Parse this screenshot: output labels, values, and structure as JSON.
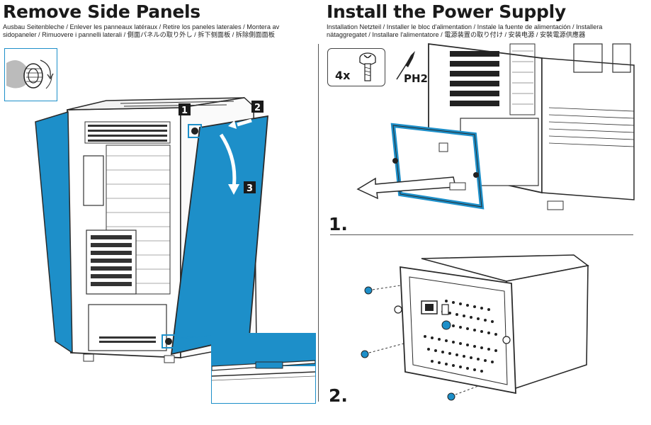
{
  "left": {
    "title": "Remove Side Panels",
    "subtitle_line1": "Ausbau Seitenbleche / Enlever les panneaux latéraux / Retire los paneles laterales / Montera av",
    "subtitle_line2": "sidopaneler / Rimuovere i pannelli laterali / 側面パネルの取り外し / 拆下侧面板 / 拆除側面面板",
    "step_badges": [
      "1",
      "2",
      "3"
    ]
  },
  "right": {
    "title": "Install the Power Supply",
    "subtitle_line1": "Installation Netzteil / Installer le bloc d'alimentation / Instale la fuente de alimentación / Installera",
    "subtitle_line2": "nätaggregatet / Installare l'alimentatore / 電源装置の取り付け / 安装电源 / 安裝電源供應器",
    "screw_count": "4x",
    "tool_label": "PH2",
    "step_1": "1.",
    "step_2": "2."
  },
  "colors": {
    "panel_blue": "#1d8fc9",
    "text": "#1a1a1a",
    "outline": "#2a2a2a"
  }
}
